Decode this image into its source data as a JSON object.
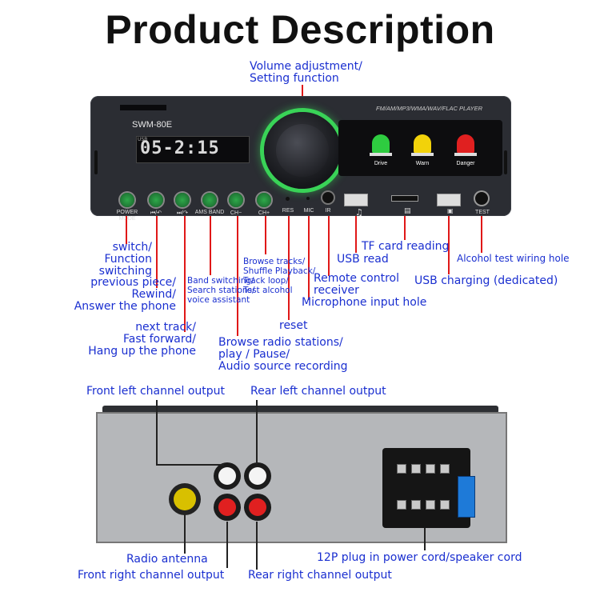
{
  "title": "Product Description",
  "device": {
    "model": "SWM-80E",
    "player_formats": "FM/AM/MP3/WMA/WAV/FLAC PLAYER",
    "lcd_text": "05-2:15",
    "lcd_tag": "USB",
    "lamps": [
      {
        "label": "Drive",
        "color": "#2ecc40"
      },
      {
        "label": "Warn",
        "color": "#f2d20a"
      },
      {
        "label": "Danger",
        "color": "#e02020"
      }
    ],
    "buttons": [
      {
        "label": "POWER MODE"
      },
      {
        "label": "⏮/↶"
      },
      {
        "label": "⏭/↷"
      },
      {
        "label": "AMS BAND"
      },
      {
        "label": "CH−"
      },
      {
        "label": "CH+"
      }
    ],
    "ports": {
      "res": "RES",
      "mic": "MIC",
      "ir": "IR",
      "test": "TEST"
    },
    "accent_color": "#39d357"
  },
  "labels": {
    "volume": [
      "Volume adjustment/",
      "Setting function"
    ],
    "power": [
      "switch/",
      "Function",
      "switching"
    ],
    "prev": [
      "previous piece/",
      "Rewind/",
      "Answer the phone"
    ],
    "next": [
      "next track/",
      "Fast forward/",
      "Hang up the phone"
    ],
    "band": [
      "Band switching/",
      "Search stations/",
      "voice assistant"
    ],
    "browse_tracks": [
      "Browse tracks/",
      "Shuffle Playback/",
      "Track loop/",
      "Test alcohol"
    ],
    "browse_radio": [
      "Browse radio stations/",
      "play / Pause/",
      "Audio source recording"
    ],
    "reset": "reset",
    "mic": "Microphone input hole",
    "remote": [
      "Remote control",
      "receiver"
    ],
    "usb_read": "USB read",
    "tf": "TF card reading",
    "usb_charge": "USB charging (dedicated)",
    "alcohol": "Alcohol test wiring hole"
  },
  "rear_labels": {
    "front_left": "Front left channel output",
    "rear_left": "Rear left channel output",
    "antenna": "Radio antenna",
    "front_right": "Front right channel output",
    "rear_right": "Rear right channel output",
    "plug": "12P plug in power cord/speaker cord"
  }
}
